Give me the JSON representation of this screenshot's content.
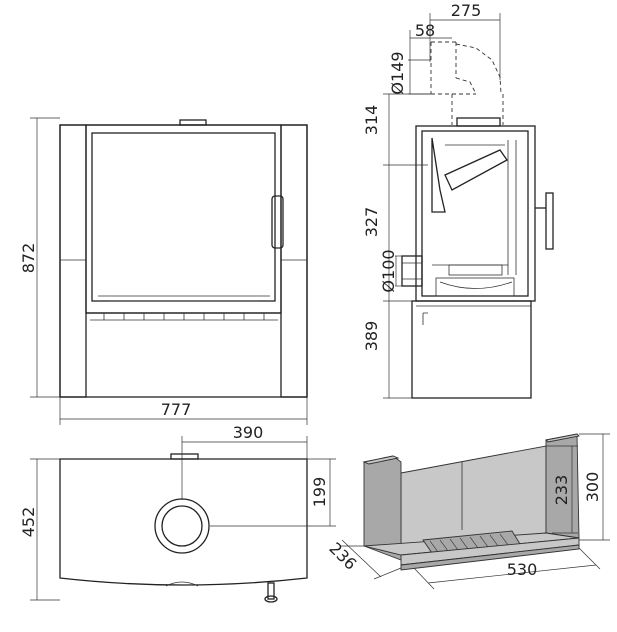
{
  "dimensions": {
    "front_width": "777",
    "front_height": "872",
    "side_flue_offset": "275",
    "side_flue_inner": "58",
    "side_flue_diameter": "Ø149",
    "side_top": "314",
    "side_middle": "327",
    "side_inlet_diameter": "Ø100",
    "side_bottom": "389",
    "top_offset": "390",
    "top_depth": "452",
    "top_flue_offset": "199",
    "firebox_height_outer": "300",
    "firebox_height_inner": "233",
    "firebox_width": "530",
    "firebox_depth": "236"
  }
}
